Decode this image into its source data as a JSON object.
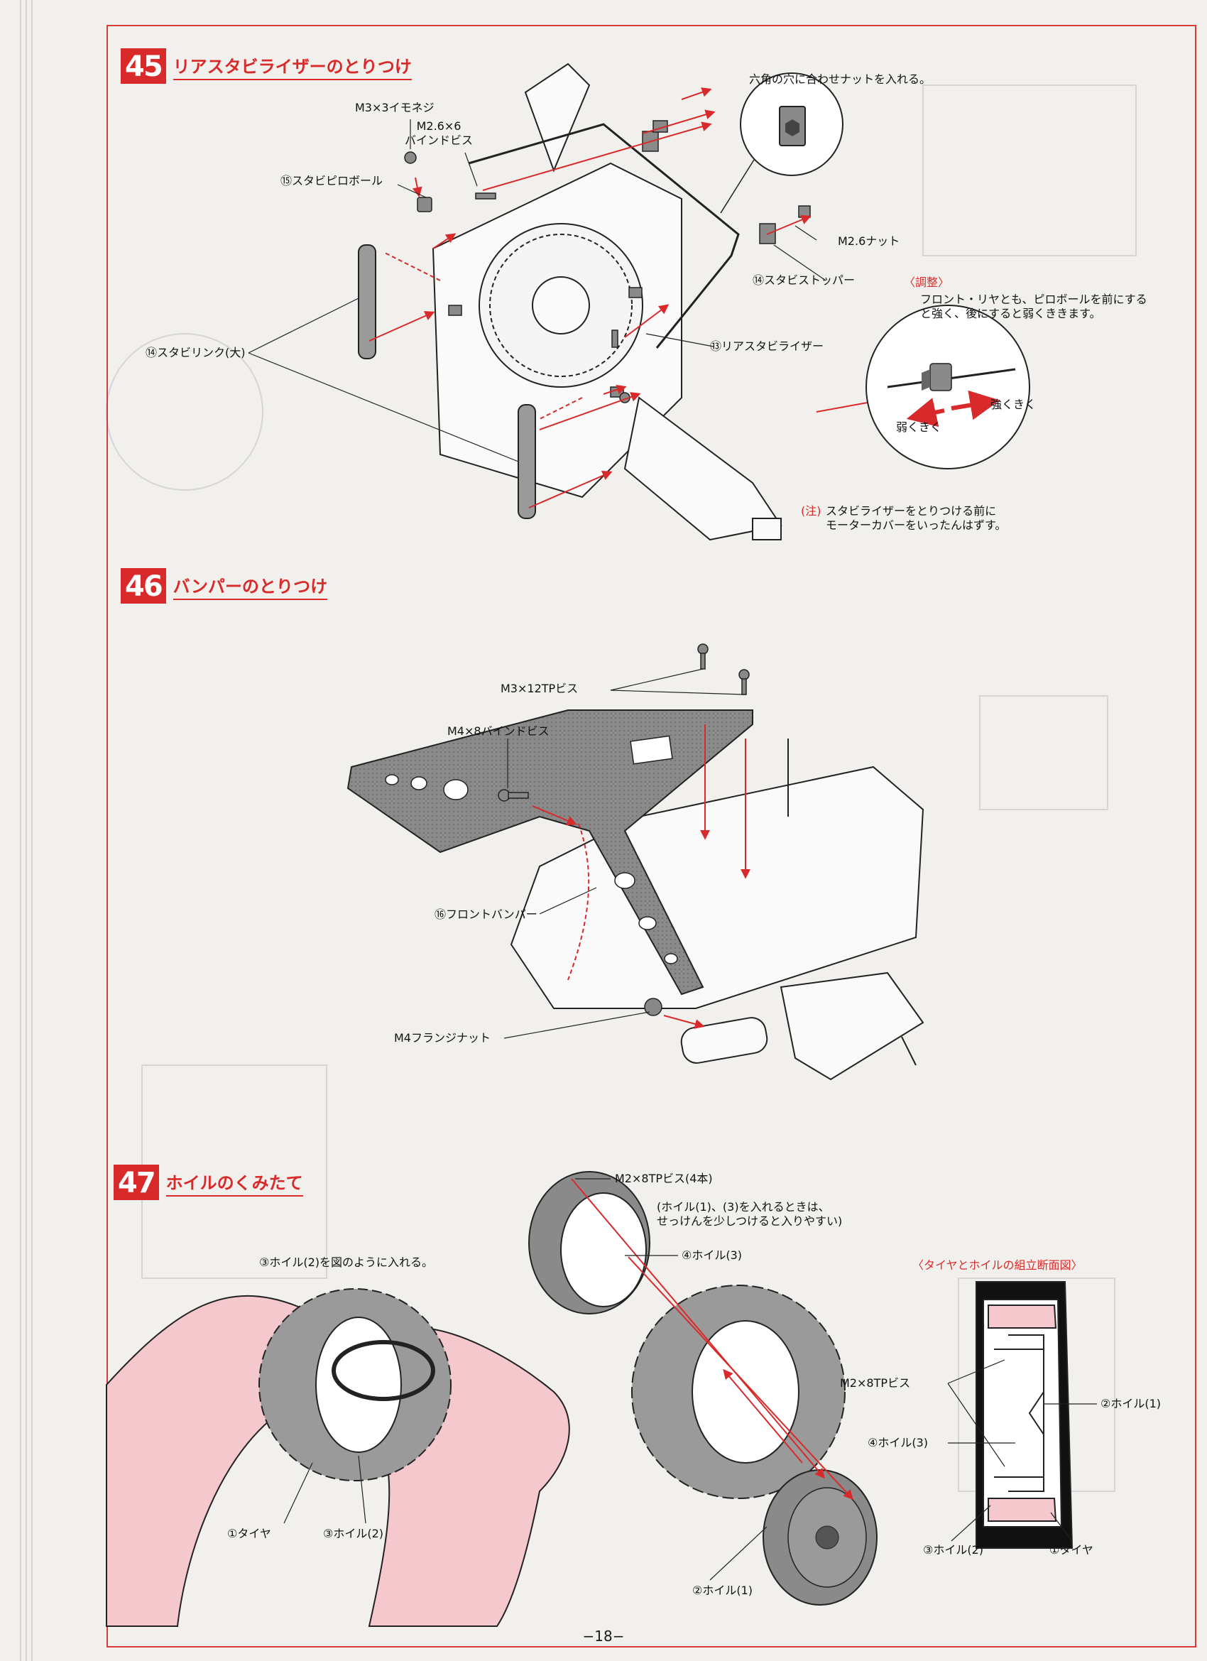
{
  "page_number": "−18−",
  "steps": [
    {
      "number": "45",
      "title": "リアスタビライザーのとりつけ",
      "labels": {
        "set_screw": "M3×3イモネジ",
        "bind_screw": "M2.6×6\nバインドビス",
        "pillow_ball": "⑮スタビピロボール",
        "link": "⑭スタビリンク(大)",
        "hex_note": "六角の穴に合わせナットを入れる。",
        "nut": "M2.6ナット",
        "stopper": "⑭スタビストッパー",
        "stabilizer": "⑬リアスタビライザー",
        "adjust_title": "〈調整〉",
        "adjust_text": "フロント・リヤとも、ピロボールを前にする\nと強く、後にすると弱くききます。",
        "strong": "強くきく",
        "weak": "弱くきく",
        "note_mark": "(注)",
        "note_text": "スタビライザーをとりつける前に\nモーターカバーをいったんはずす。"
      }
    },
    {
      "number": "46",
      "title": "バンパーのとりつけ",
      "labels": {
        "tp_screw": "M3×12TPビス",
        "bind_screw": "M4×8バインドビス",
        "bumper": "⑯フロントバンパー",
        "flange_nut": "M4フランジナット"
      }
    },
    {
      "number": "47",
      "title": "ホイルのくみたて",
      "labels": {
        "insert_instruction": "③ホイル(2)を図のように入れる。",
        "screws": "M2×8TPビス(4本)",
        "soap_note": "(ホイル(1)、(3)を入れるときは、\nせっけんを少しつけると入りやすい)",
        "wheel3": "④ホイル(3)",
        "tire": "①タイヤ",
        "wheel2": "③ホイル(2)",
        "wheel1": "②ホイル(1)",
        "section_title": "〈タイヤとホイルの組立断面図〉",
        "section_screws": "M2×8TPビス",
        "section_wheel1": "②ホイル(1)",
        "section_wheel3": "④ホイル(3)",
        "section_wheel2": "③ホイル(2)",
        "section_tire": "①タイヤ"
      }
    }
  ],
  "colors": {
    "accent": "#d82a2a",
    "hand": "#f4c8cc",
    "ink": "#1a1a1a"
  }
}
